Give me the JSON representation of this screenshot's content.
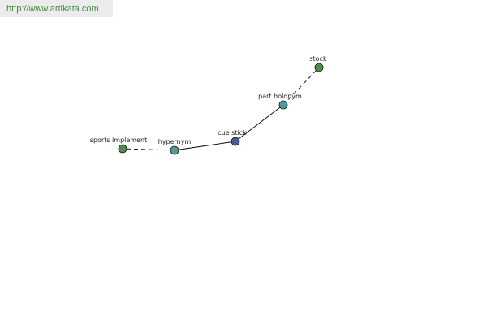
{
  "banner": {
    "url": "http://www.artikata.com"
  },
  "graph": {
    "nodes": [
      {
        "id": "stock",
        "label": "stock",
        "color": "#4f8a4f"
      },
      {
        "id": "part-holonym",
        "label": "part holonym",
        "color": "#4f9a9a"
      },
      {
        "id": "cue-stick",
        "label": "cue stick",
        "color": "#4a5c96"
      },
      {
        "id": "hypernym",
        "label": "hypernym",
        "color": "#4f9a9a"
      },
      {
        "id": "sports-implement",
        "label": "sports implement",
        "color": "#4f8a4f"
      }
    ],
    "edges": [
      {
        "from": "cue-stick",
        "to": "part-holonym",
        "style": "solid"
      },
      {
        "from": "part-holonym",
        "to": "stock",
        "style": "dashed"
      },
      {
        "from": "cue-stick",
        "to": "hypernym",
        "style": "solid"
      },
      {
        "from": "hypernym",
        "to": "sports-implement",
        "style": "dashed"
      }
    ],
    "edge_color": "#000000",
    "node_stroke": "#1a1a1a"
  }
}
